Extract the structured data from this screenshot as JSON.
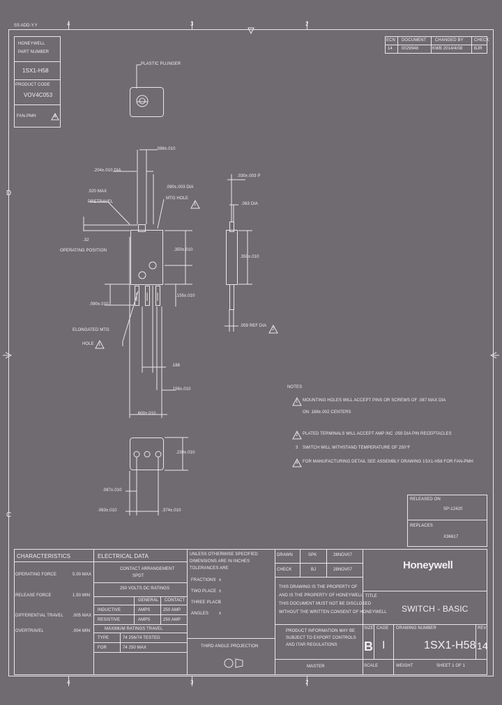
{
  "sheet": {
    "zone_numbers": {
      "top": [
        "4",
        "3",
        "2"
      ],
      "left": [
        "D",
        "C"
      ],
      "bottom": [
        "4",
        "3",
        "2"
      ]
    },
    "corner_note": "SS ADD-Y.Y",
    "revision_block": {
      "headers": [
        "ECN",
        "DOCUMENT",
        "CHANGED BY",
        "CHECK"
      ],
      "row": [
        "14",
        "0029948",
        "KWB 2014/4/08",
        "BJR"
      ]
    },
    "part_boxes": [
      {
        "line1": "HONEYWELL",
        "line2": "PART NUMBER"
      },
      {
        "line1": "1SX1-H58",
        "line2": ""
      },
      {
        "line1": "PRODUCT CODE",
        "line2": "VOV4C053"
      },
      {
        "line1": "FAN-PMH",
        "line2": ""
      }
    ],
    "callouts": {
      "plastic_plunger": "PLASTIC PLUNGER",
      "dim_088": ".088±.010",
      "dim_204": ".204±.010 DIA",
      "dim_020_max": ".020 MAX",
      "pretravel": "PRETRAVEL",
      "dim_090_dia": ".090±.003 DIA",
      "mtg_hole": "MTG HOLE",
      "dim_32": ".32",
      "operating_position": "OPERATING POSITION",
      "dim_350": ".350±.010",
      "dim_155": ".155±.010",
      "dim_090_low": ".090±.010",
      "elongated_mtg": "ELONGATED MTG",
      "hole": "HOLE",
      "dim_188": ".188",
      "dim_156": ".156±.010",
      "dim_600": ".600±.010",
      "dim_230": ".230±.010",
      "dim_087": ".087±.010",
      "dim_063_bottom": ".063±.010",
      "dim_374": ".374±.010",
      "dim_030_top": ".030±.003 P",
      "dim_063_dia": ".063 DIA",
      "dim_350_side": ".350±.010",
      "dim_059_ref": ".059 REF DIA"
    },
    "notes": {
      "title": "NOTES",
      "items": [
        "MOUNTING HOLES WILL ACCEPT PINS OR SCREWS OF .087 MAX DIA",
        "ON .188±.002 CENTERS",
        "PLATED TERMINALS WILL ACCEPT AMP INC .059 DIA PIN RECEPTACLES",
        "SWITCH WILL WITHSTAND TEMPERATURE OF 250°F",
        "FOR MANUFACTURING DETAIL SEE ASSEMBLY DRAWING 1SX1-H58 FOR FAN-PMH"
      ],
      "markers": [
        "1",
        "2",
        "3",
        "4"
      ]
    },
    "released": {
      "label": "RELEASED ON",
      "value": "SP-12420"
    },
    "replaces": {
      "label": "REPLACES",
      "value": "X36617"
    },
    "characteristics": {
      "header": "CHARACTERISTICS",
      "rows": [
        {
          "label": "OPERATING FORCE",
          "value": "5.00 MAX"
        },
        {
          "label": "RELEASE FORCE",
          "value": "1.50 MIN"
        },
        {
          "label": "DIFFERENTIAL TRAVEL",
          "value": ".005 MAX"
        },
        {
          "label": "OVERTRAVEL",
          "value": ".004 MIN"
        }
      ]
    },
    "electrical": {
      "header": "ELECTRICAL DATA",
      "contact": "CONTACT ARRANGEMENT",
      "contact_value": "SPDT",
      "rating": "250 VOLTS DC RATINGS",
      "cols": [
        "GENERAL",
        "CONTACT"
      ],
      "rows": [
        {
          "label": "INDUCTIVE",
          "a": "AMPS",
          "b": "250 AMP"
        },
        {
          "label": "RESISTIVE",
          "a": "AMPS",
          "b": "250 AMP"
        }
      ],
      "approval": "MAXIMUM RATINGS TRAVEL",
      "std_rows": [
        {
          "label": "TYPE",
          "value": "74 256/74 TESTED"
        },
        {
          "label": "FOR",
          "value": "74 250 MAX"
        }
      ]
    },
    "tolerances": {
      "lines": [
        "UNLESS OTHERWISE SPECIFIED",
        "DIMENSIONS ARE IN INCHES",
        "TOLERANCES ARE"
      ],
      "rows": [
        {
          "label": "FRACTIONS",
          "value": "±"
        },
        {
          "label": "TWO PLACE",
          "value": "±"
        },
        {
          "label": "THREE PLACE",
          "value": "±"
        },
        {
          "label": "ANGLES",
          "value": "±"
        }
      ],
      "projection": "THIRD ANGLE PROJECTION"
    },
    "approvals": [
      {
        "role": "DRAWN",
        "name": "SPK",
        "date": "28NOV07"
      },
      {
        "role": "CHECK",
        "name": "BJ",
        "date": "28NOV07"
      }
    ],
    "proprietary": [
      "THIS DRAWING IS THE PROPERTY OF",
      "AND IS THE PROPERTY OF HONEYWELL",
      "THIS DOCUMENT MUST NOT BE DISCLOSED",
      "WITHOUT THE WRITTEN CONSENT OF HONEYWELL"
    ],
    "export_note": [
      "PRODUCT INFORMATION MAY BE",
      "SUBJECT TO EXPORT CONTROLS",
      "AND ITAR REGULATIONS"
    ],
    "master": "MASTER",
    "company": "Honeywell",
    "title_label": "TITLE",
    "title": "SWITCH - BASIC",
    "size_label": "SIZE",
    "size": "B",
    "code_label": "CAGE",
    "code": "I",
    "dwg_label": "DRAWING NUMBER",
    "dwg": "1SX1-H58",
    "rev_label": "REV",
    "rev": "14",
    "scale_label": "SCALE",
    "scale": "",
    "weight_label": "WEIGHT",
    "sheet_text": "SHEET 1 OF 1"
  }
}
